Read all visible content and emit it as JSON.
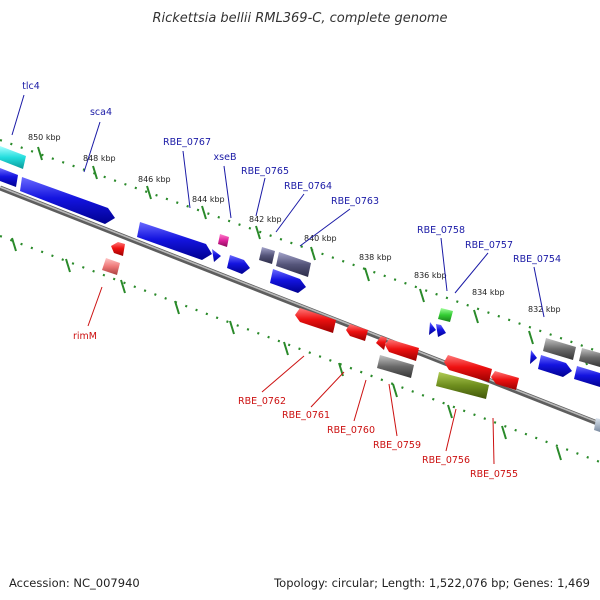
{
  "title": "Rickettsia bellii RML369-C, complete genome",
  "footer": {
    "accession": "Accession: NC_007940",
    "summary": "Topology: circular; Length: 1,522,076 bp; Genes: 1,469"
  },
  "kbp_labels": [
    "850 kbp",
    "848 kbp",
    "846 kbp",
    "844 kbp",
    "842 kbp",
    "840 kbp",
    "838 kbp",
    "836 kbp",
    "834 kbp",
    "832 kbp"
  ],
  "gene_labels_top": [
    "tlc4",
    "sca4",
    "RBE_0767",
    "xseB",
    "RBE_0765",
    "RBE_0764",
    "RBE_0763",
    "RBE_0758",
    "RBE_0757",
    "RBE_0754"
  ],
  "gene_labels_bottom": [
    "rimM",
    "RBE_0762",
    "RBE_0761",
    "RBE_0760",
    "RBE_0759",
    "RBE_0756",
    "RBE_0755"
  ],
  "colors": {
    "forward": "#1010dd",
    "reverse": "#ee1111",
    "backbone": "#888888",
    "scale_dots": "#2a8a2a",
    "label_blue": "#1a1aa6",
    "label_red": "#cc1111",
    "cyan": "#22dddd",
    "magenta": "#dd2299",
    "green": "#33cc33",
    "olive": "#6e8e1e",
    "slate": "#55557a",
    "grey": "#6a6a6a",
    "pink": "#ee7777"
  }
}
